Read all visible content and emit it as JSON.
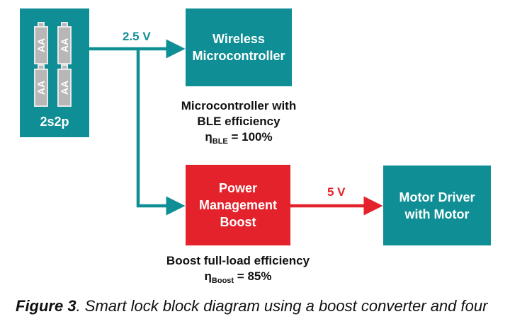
{
  "battery": {
    "label": "2s2p",
    "cells": [
      "AA",
      "AA",
      "AA",
      "AA"
    ]
  },
  "blocks": {
    "wireless": {
      "line1": "Wireless",
      "line2": "Microcontroller",
      "color": "#0f8f95"
    },
    "boost": {
      "line1": "Power",
      "line2": "Management",
      "line3": "Boost",
      "color": "#e3222b"
    },
    "motor": {
      "line1": "Motor Driver",
      "line2": "with Motor",
      "color": "#0f8f95"
    }
  },
  "voltages": {
    "main": "2.5 V",
    "boosted": "5 V"
  },
  "captions": {
    "ble_line1": "Microcontroller with",
    "ble_line2": "BLE efficiency",
    "ble_eta": "η",
    "ble_sub": "BLE",
    "ble_value": " = 100%",
    "boost_line1": "Boost full-load efficiency",
    "boost_eta": "η",
    "boost_sub": "Boost",
    "boost_value": " = 85%"
  },
  "figure": {
    "label": "Figure 3",
    "text": ". Smart lock block diagram using a boost converter and four"
  },
  "colors": {
    "teal": "#0f8f95",
    "red": "#e3222b"
  }
}
